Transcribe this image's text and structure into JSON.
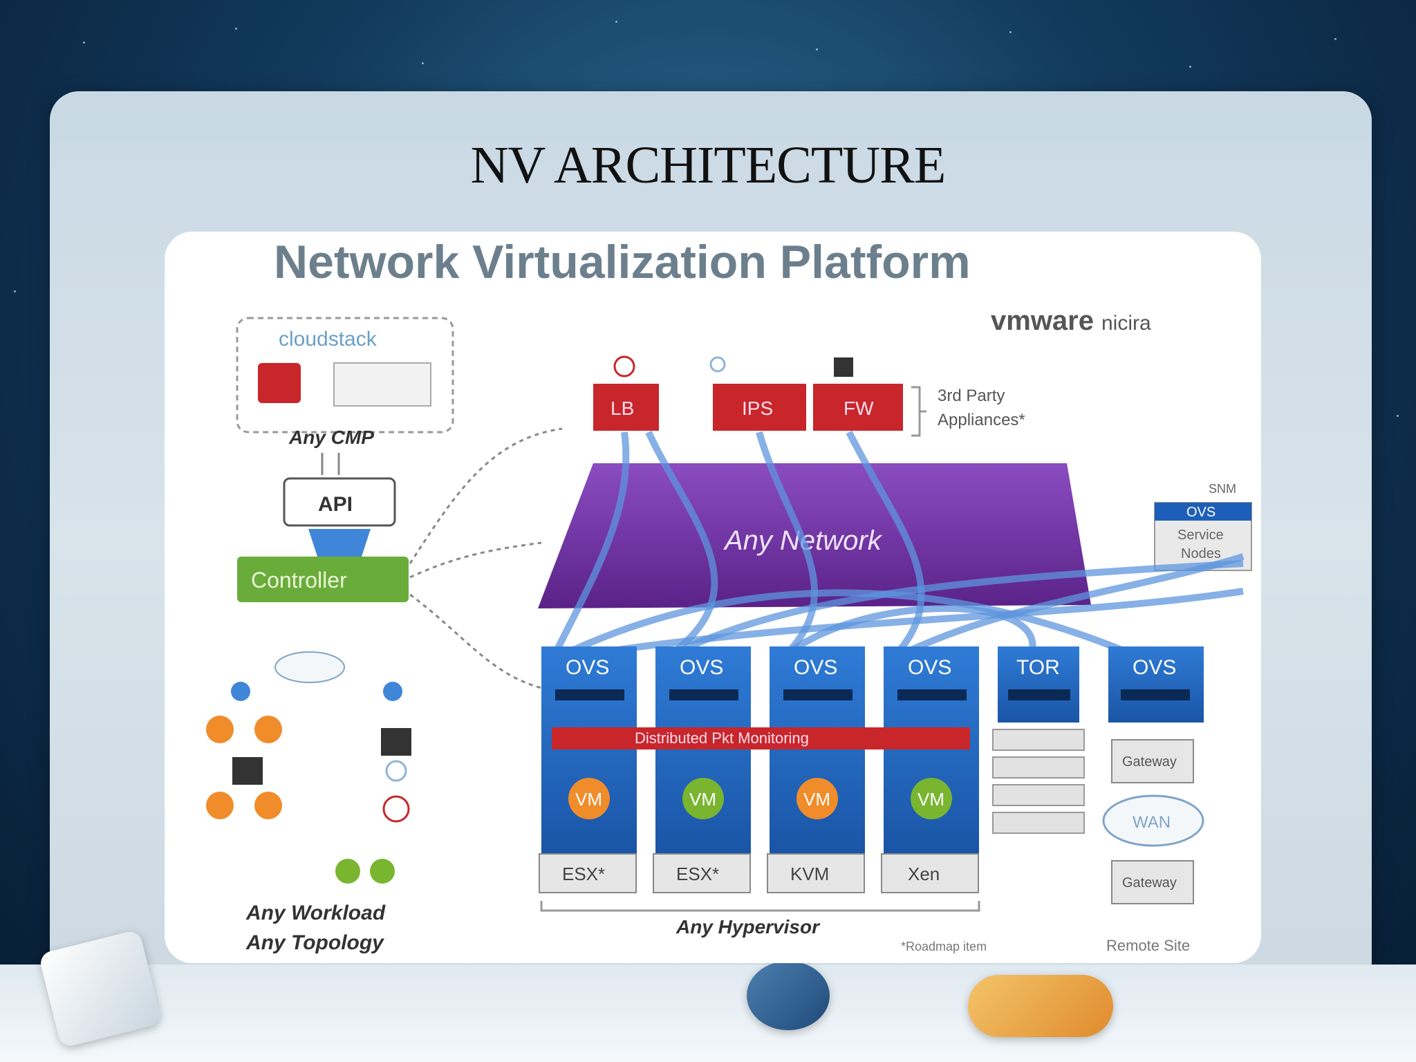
{
  "slide": {
    "title": "NV ARCHITECTURE"
  },
  "diagram": {
    "header": "Network Virtualization Platform",
    "vendor_primary": "vmware",
    "vendor_secondary": "nicira",
    "cmp": {
      "logo_text": "cloudstack",
      "caption": "Any CMP"
    },
    "api_label": "API",
    "controller_label": "Controller",
    "appliances": [
      {
        "label": "LB",
        "icon": "lb-icon"
      },
      {
        "label": "IPS",
        "icon": "magnifier-icon"
      },
      {
        "label": "FW",
        "icon": "firewall-icon"
      }
    ],
    "appliances_caption_line1": "3rd Party",
    "appliances_caption_line2": "Appliances*",
    "network_label": "Any Network",
    "service_node": {
      "top_label": "OVS",
      "body_line1": "Service",
      "body_line2": "Nodes"
    },
    "hosts": [
      {
        "switch": "OVS",
        "vm": "VM",
        "vm_color": "#f08c2a",
        "hypervisor": "ESX*"
      },
      {
        "switch": "OVS",
        "vm": "VM",
        "vm_color": "#79b52f",
        "hypervisor": "ESX*"
      },
      {
        "switch": "OVS",
        "vm": "VM",
        "vm_color": "#f08c2a",
        "hypervisor": "KVM"
      },
      {
        "switch": "OVS",
        "vm": "VM",
        "vm_color": "#79b52f",
        "hypervisor": "Xen"
      }
    ],
    "tor": {
      "label": "TOR"
    },
    "remote_switch": {
      "label": "OVS",
      "gateway_top": "Gateway",
      "wan": "WAN",
      "gateway_bottom": "Gateway"
    },
    "monitoring_bar": "Distributed Pkt Monitoring",
    "captions": {
      "hypervisor": "Any Hypervisor",
      "workload_line1": "Any Workload",
      "workload_line2": "Any Topology",
      "remote": "Remote Site",
      "roadmap": "*Roadmap item"
    },
    "colors": {
      "header": "#6c7f8c",
      "appliance_red": "#c8262b",
      "network_purple": "#6a2d9c",
      "host_blue": "#1d5fb8",
      "controller_green": "#6aac3a"
    }
  }
}
